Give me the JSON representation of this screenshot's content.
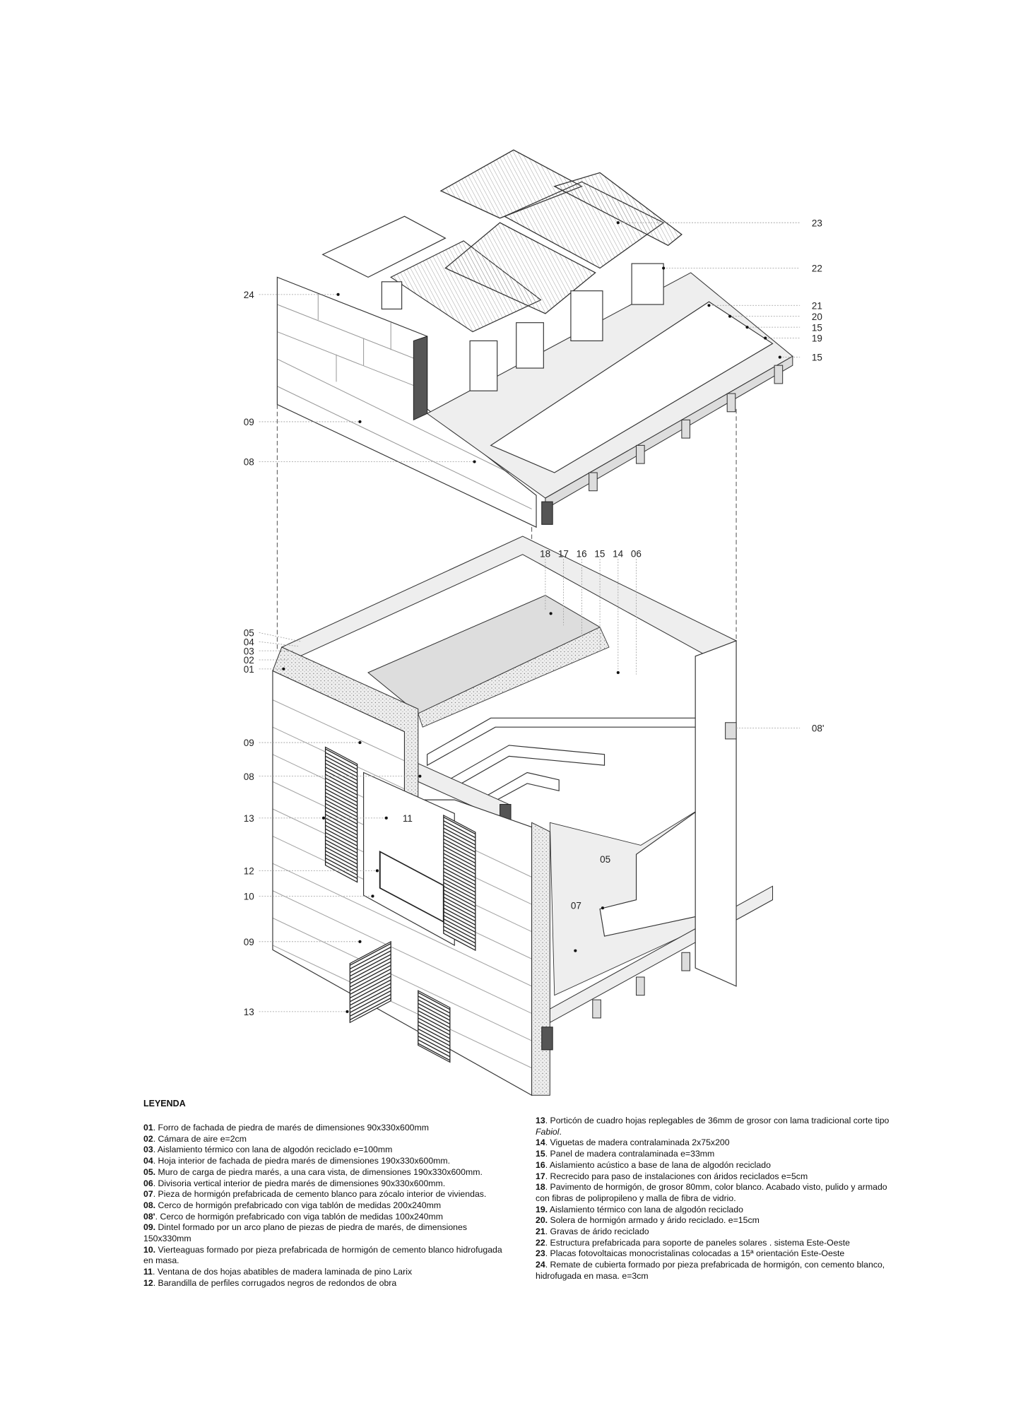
{
  "callouts": {
    "top": [
      "23",
      "22",
      "21",
      "20",
      "15",
      "19",
      "15",
      "24",
      "09",
      "08"
    ],
    "mid": [
      "18",
      "17",
      "16",
      "15",
      "14",
      "06"
    ],
    "bottom_left": [
      "05",
      "04",
      "03",
      "02",
      "01",
      "09",
      "08",
      "13",
      "12",
      "10",
      "09",
      "13"
    ],
    "other": [
      "08'",
      "11",
      "05",
      "07"
    ]
  },
  "legend": {
    "title": "LEYENDA",
    "left": [
      {
        "num": "01",
        "text": ". Forro de fachada de piedra de marés de dimensiones 90x330x600mm"
      },
      {
        "num": "02",
        "text": ". Cámara de aire e=2cm"
      },
      {
        "num": "03",
        "text": ". Aislamiento térmico con lana de algodón reciclado e=100mm"
      },
      {
        "num": "04",
        "text": ". Hoja interior de fachada de piedra marés de dimensiones 190x330x600mm."
      },
      {
        "num": "05.",
        "text": " Muro de carga de piedra marés, a una cara vista, de dimensiones 190x330x600mm."
      },
      {
        "num": "06",
        "text": ". Divisoria vertical interior de piedra marés de dimensiones 90x330x600mm."
      },
      {
        "num": "07",
        "text": ". Pieza de hormigón prefabricada de cemento blanco para zócalo interior de viviendas."
      },
      {
        "num": "08.",
        "text": " Cerco de hormigón prefabricado con viga tablón de medidas 200x240mm"
      },
      {
        "num": "08'",
        "text": ". Cerco de hormigón prefabricado con viga tablón de medidas 100x240mm"
      },
      {
        "num": "09.",
        "text": " Dintel formado por un arco plano de piezas de piedra de marés, de dimensiones 150x330mm"
      },
      {
        "num": "10.",
        "text": " Vierteaguas formado por pieza prefabricada de hormigón de cemento blanco hidrofugada en masa."
      },
      {
        "num": "11",
        "text": ". Ventana de dos hojas abatibles de madera laminada de pino Larix"
      },
      {
        "num": "12",
        "text": ". Barandilla de perfiles corrugados negros de redondos de obra"
      }
    ],
    "item13": {
      "num": "13",
      "text": ". Porticón de cuadro hojas replegables de 36mm de grosor con lama tradicional corte tipo ",
      "italic": "Fabiol",
      "end": "."
    },
    "right": [
      {
        "num": "14",
        "text": ". Viguetas de madera contralaminada 2x75x200"
      },
      {
        "num": "15",
        "text": ". Panel de madera contralaminada e=33mm"
      },
      {
        "num": "16",
        "text": ". Aislamiento acústico a base de lana de algodón reciclado"
      },
      {
        "num": "17",
        "text": ". Recrecido para paso de instalaciones con áridos reciclados e=5cm"
      },
      {
        "num": "18",
        "text": ". Pavimento de hormigón, de grosor 80mm, color blanco. Acabado visto, pulido y armado con fibras de polipropileno y malla de fibra de vidrio."
      },
      {
        "num": "19.",
        "text": " Aislamiento térmico con lana de algodón reciclado"
      },
      {
        "num": "20.",
        "text": " Solera de hormigón armado y árido reciclado. e=15cm"
      },
      {
        "num": "21",
        "text": ". Gravas de árido reciclado"
      },
      {
        "num": "22",
        "text": ". Estructura prefabricada para soporte de paneles solares . sistema Este-Oeste"
      },
      {
        "num": "23",
        "text": ". Placas fotovoltaicas monocristalinas colocadas a 15ª orientación Este-Oeste"
      },
      {
        "num": "24",
        "text": ". Remate de cubierta formado por pieza prefabricada de hormigón, con cemento blanco, hidrofugada en masa. e=3cm"
      }
    ]
  }
}
